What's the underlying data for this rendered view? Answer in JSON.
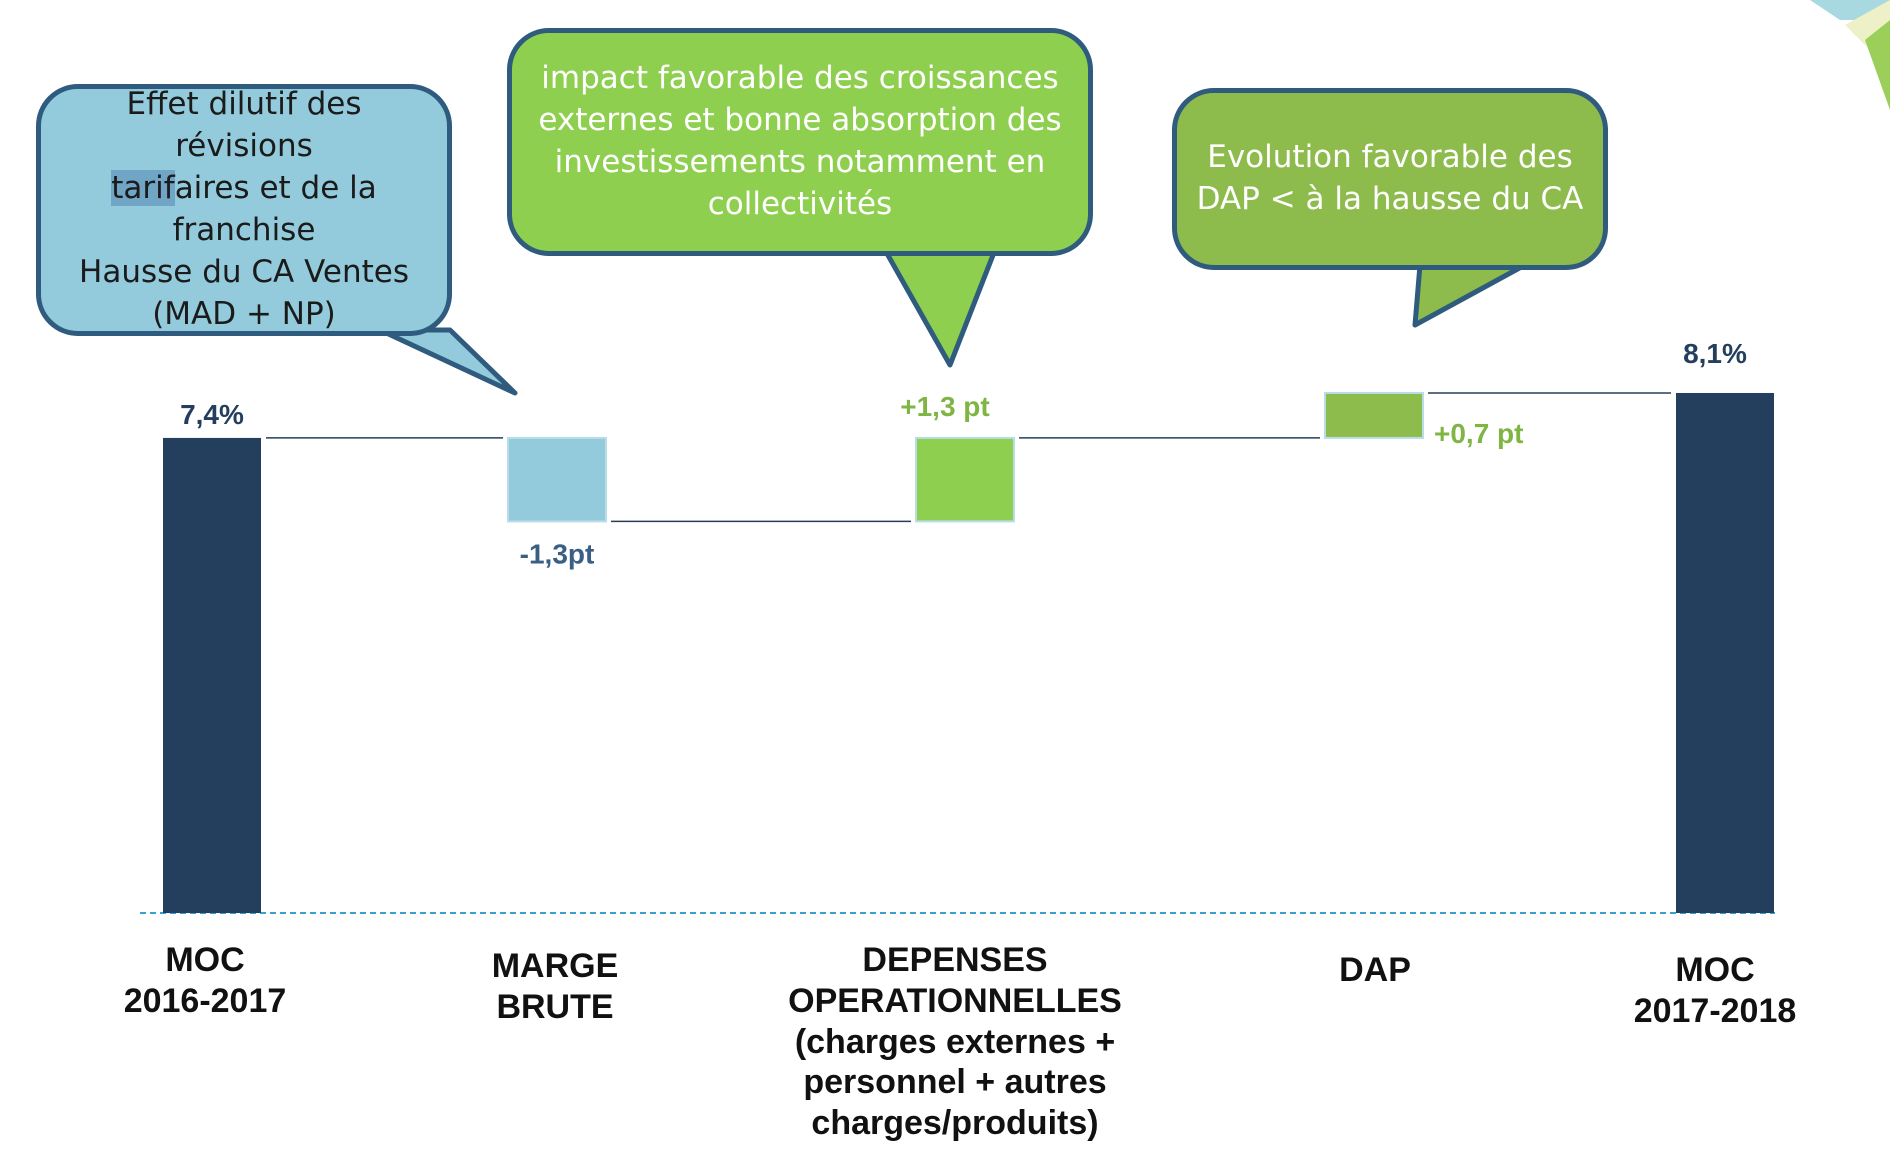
{
  "chart_data": {
    "type": "waterfall",
    "title": "",
    "unit": "%",
    "categories": [
      "MOC\n2016-2017",
      "MARGE\nBRUTE",
      "DEPENSES\nOPERATIONNELLES\n(charges externes +\npersonnel + autres\ncharges/produits)",
      "DAP",
      "MOC\n2017-2018"
    ],
    "values": [
      7.4,
      -1.3,
      1.3,
      0.7,
      8.1
    ],
    "kinds": [
      "total",
      "delta",
      "delta",
      "delta",
      "total"
    ],
    "data_labels": [
      "7,4%",
      "-1,3pt",
      "+1,3 pt",
      "+0,7 pt",
      "8,1%"
    ],
    "ylim": [
      0,
      8.1
    ],
    "grid": false,
    "legend": "none"
  },
  "colors": {
    "total": "#243f5e",
    "negative": "#93cbdc",
    "positive": "#8ecf4f",
    "dap": "#8dbb4c",
    "negative_label": "#3a5f85",
    "positive_label": "#7fb543",
    "total_label": "#243f5e",
    "baseline": "#3aa0d0"
  },
  "callouts": [
    {
      "id": "marge",
      "text": "Effet dilutif des révisions\ntarifaires et de la\nfranchise\nHausse du CA Ventes\n(MAD + NP)",
      "style": "blue"
    },
    {
      "id": "depenses",
      "text": "impact favorable des croissances\nexternes et bonne absorption des\ninvestissements notamment en\ncollectivités",
      "style": "green"
    },
    {
      "id": "dap",
      "text": "Evolution favorable des\nDAP < à la hausse du CA",
      "style": "darkgreen"
    }
  ]
}
